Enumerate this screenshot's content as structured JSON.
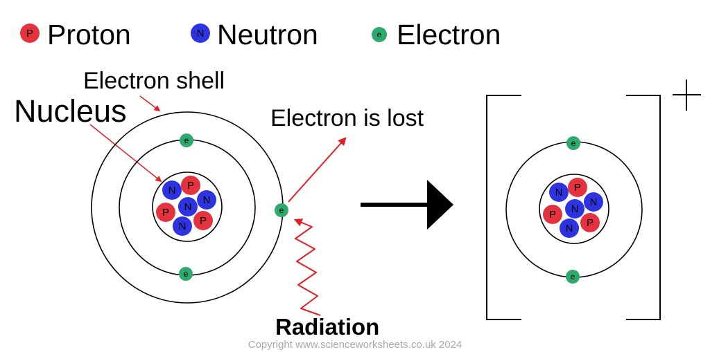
{
  "legend": {
    "proton": {
      "symbol": "P",
      "label": "Proton",
      "color": "#e5323f"
    },
    "neutron": {
      "symbol": "N",
      "label": "Neutron",
      "color": "#2d33e0"
    },
    "electron": {
      "symbol": "e",
      "label": "Electron",
      "color": "#2eaa6e"
    }
  },
  "labels": {
    "electron_shell": "Electron shell",
    "nucleus": "Nucleus",
    "electron_lost": "Electron is lost",
    "radiation": "Radiation",
    "charge": "+"
  },
  "nucleus_particles": [
    "N",
    "P",
    "P",
    "N",
    "N",
    "N",
    "P"
  ],
  "electron_symbol": "e",
  "colors": {
    "proton": "#e5323f",
    "neutron": "#2d33e0",
    "electron": "#2eaa6e",
    "arrow_red": "#e31e24",
    "main_arrow": "#000000"
  },
  "copyright": "Copyright www.scienceworksheets.co.uk 2024"
}
